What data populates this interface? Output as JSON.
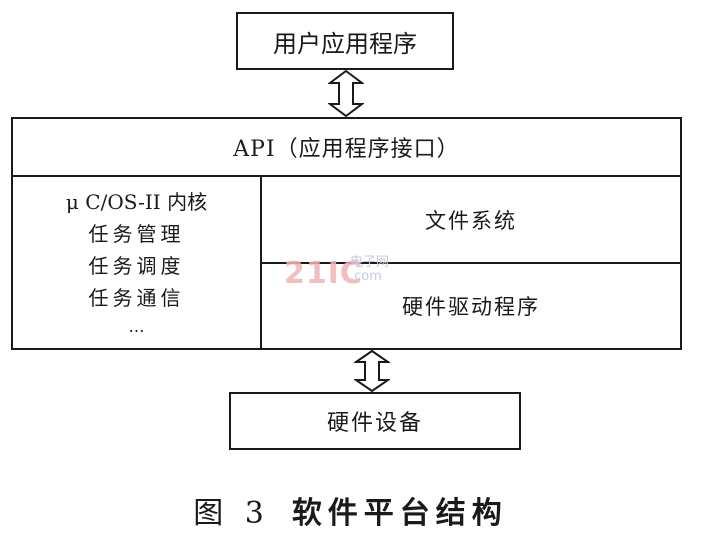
{
  "diagram": {
    "user_app": "用户应用程序",
    "api": "API（应用程序接口）",
    "kernel": {
      "title": "μ C/OS-II 内核",
      "items": [
        "任务管理",
        "任务调度",
        "任务通信",
        "…"
      ]
    },
    "file_system": "文件系统",
    "driver": "硬件驱动程序",
    "hardware": "硬件设备"
  },
  "watermark": {
    "brand": "21IC",
    "sub_top": "电子网",
    "sub_bottom": ".com"
  },
  "caption": {
    "figure_label": "图 3",
    "title": "软件平台结构"
  }
}
